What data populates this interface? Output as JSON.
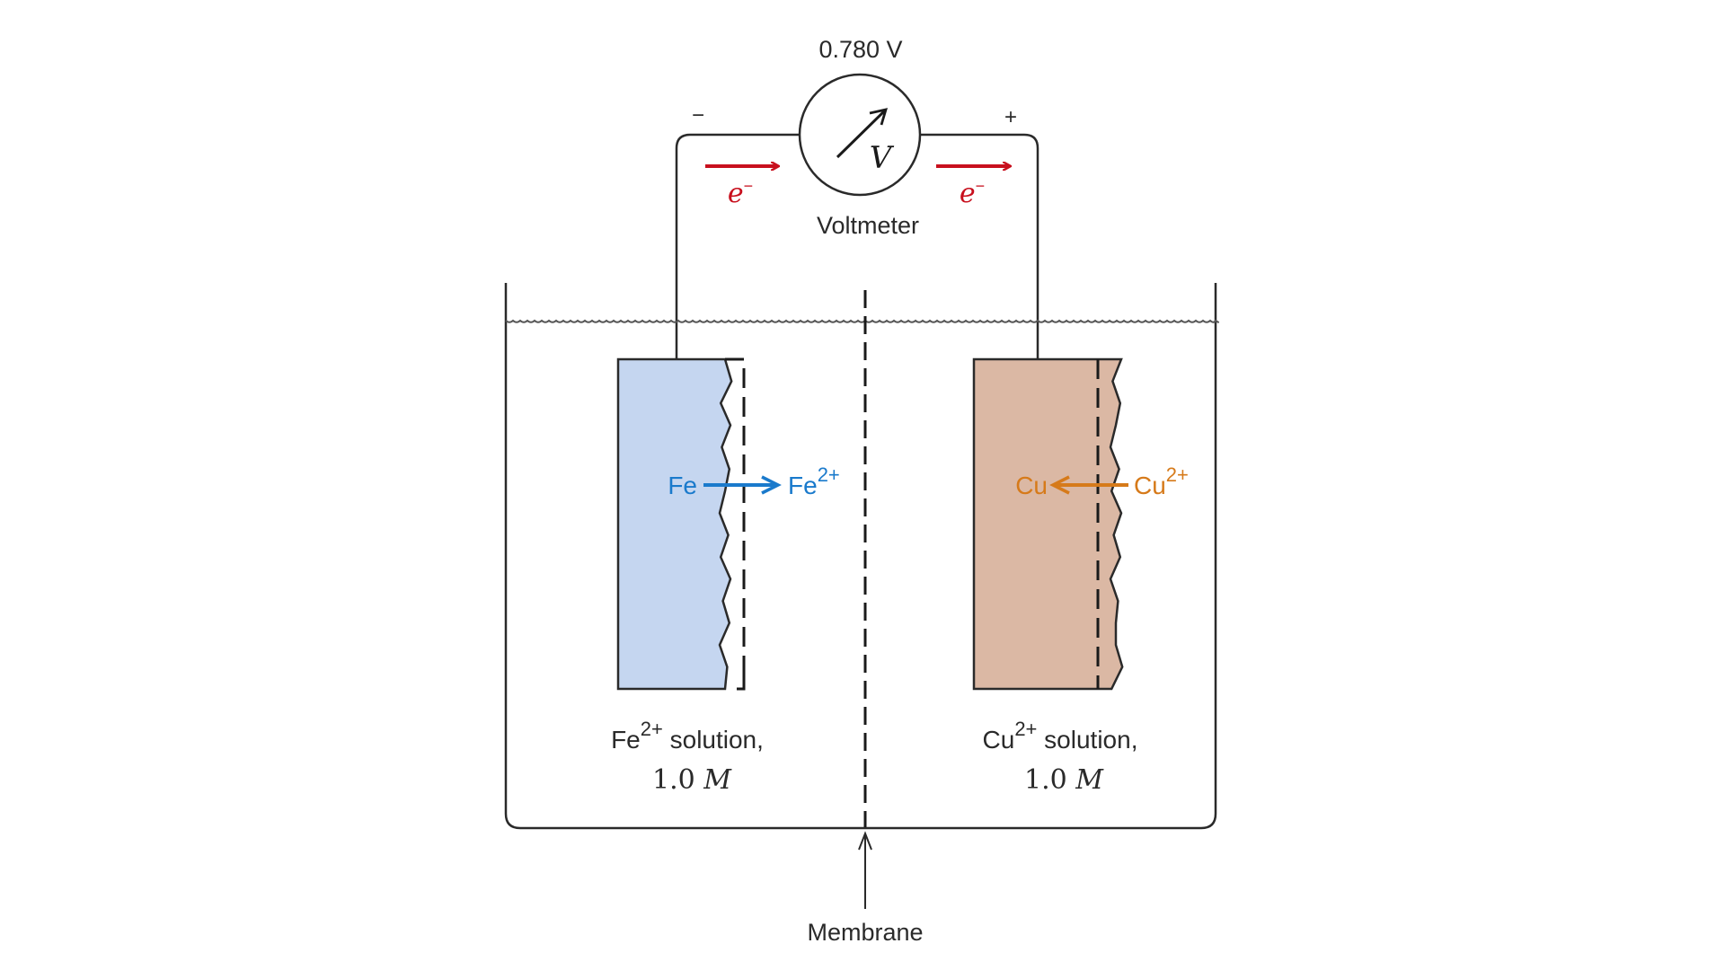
{
  "title": "Electrochemical cell: Fe / Cu galvanic couple",
  "voltmeter": {
    "reading": "0.780 V",
    "label": "Voltmeter",
    "symbol": "V",
    "negative_terminal": "−",
    "positive_terminal": "+"
  },
  "electron_flow": {
    "label_base": "e",
    "label_sup": "−",
    "color": "#c8101e"
  },
  "anode": {
    "metal": "Fe",
    "ion_base": "Fe",
    "ion_sup": "2+",
    "reaction_direction": "metal-to-ion",
    "solution_line1_base": "Fe",
    "solution_line1_sup": "2+",
    "solution_line1_rest": " solution,",
    "solution_line2_num": "1.0 ",
    "solution_line2_unit": "M",
    "fill_color": "#c5d6f0",
    "text_color": "#1a7acc"
  },
  "cathode": {
    "metal": "Cu",
    "ion_base": "Cu",
    "ion_sup": "2+",
    "reaction_direction": "ion-to-metal",
    "solution_line1_base": "Cu",
    "solution_line1_sup": "2+",
    "solution_line1_rest": " solution,",
    "solution_line2_num": "1.0 ",
    "solution_line2_unit": "M",
    "fill_color": "#dbb8a4",
    "text_color": "#d67a1a"
  },
  "membrane": {
    "label": "Membrane"
  }
}
